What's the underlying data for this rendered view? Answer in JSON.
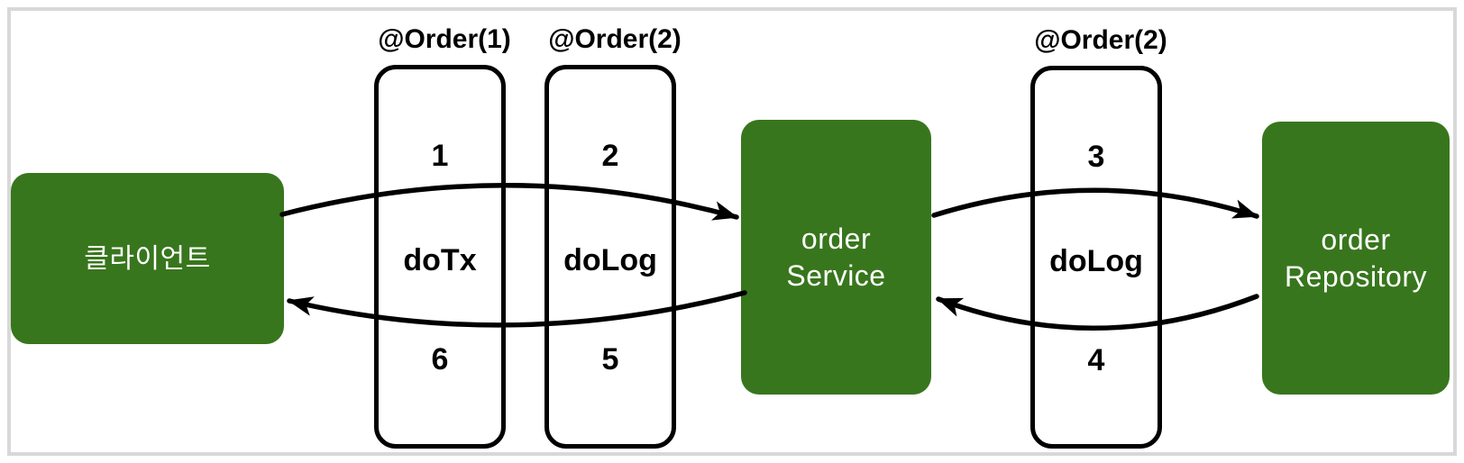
{
  "diagram": {
    "colors": {
      "node_fill": "#38761D",
      "node_text": "#FFFFFF",
      "frame_border": "#D8D8D8",
      "line_color": "#000000"
    },
    "nodes": {
      "client": {
        "label": "클라이언트"
      },
      "service": {
        "line1": "order",
        "line2": "Service"
      },
      "repository": {
        "line1": "order",
        "line2": "Repository"
      }
    },
    "aspects": [
      {
        "order_label": "@Order(1)",
        "advice": "doTx",
        "request_step": "1",
        "response_step": "6"
      },
      {
        "order_label": "@Order(2)",
        "advice": "doLog",
        "request_step": "2",
        "response_step": "5"
      },
      {
        "order_label": "@Order(2)",
        "advice": "doLog",
        "request_step": "3",
        "response_step": "4"
      }
    ]
  }
}
